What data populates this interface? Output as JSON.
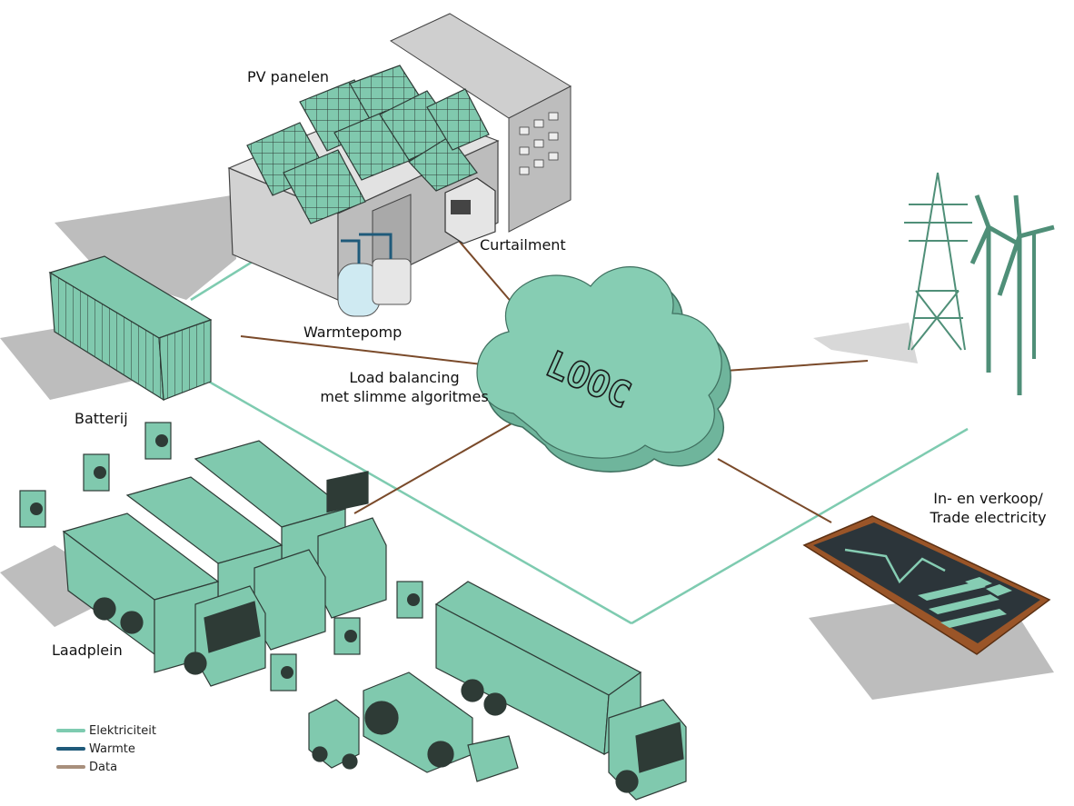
{
  "labels": {
    "pv_panels": "PV panelen",
    "curtailment": "Curtailment",
    "heat_pump": "Warmtepomp",
    "load_balancing_line1": "Load balancing",
    "load_balancing_line2": "met slimme algoritmes",
    "battery": "Batterij",
    "charging": "Laadplein",
    "trade_line1": "In- en verkoop/",
    "trade_line2": "Trade electricity"
  },
  "cloud_logo": "LOOC",
  "legend": {
    "items": [
      {
        "label": "Elektriciteit",
        "color": "#7ecbb0"
      },
      {
        "label": "Warmte",
        "color": "#1f5a7a"
      },
      {
        "label": "Data",
        "color": "#a88f7c"
      }
    ]
  },
  "colors": {
    "accent_green": "#80c9ae",
    "dark_outline": "#2e3b36",
    "building_grey": "#d2d2d2",
    "data_line": "#7a4a2a",
    "phone_frame": "#9a5528"
  }
}
